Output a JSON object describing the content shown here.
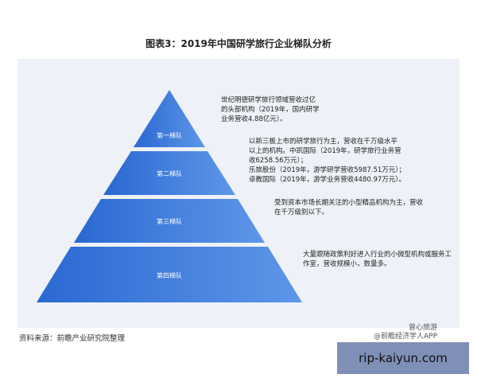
{
  "title": "图表3：2019年中国研学旅行企业梯队分析",
  "tiers": [
    {
      "label": "第一梯队",
      "lines": [
        "世纪明德研学旅行领域营收过亿",
        "的头部机构（2019年，国内研学",
        "业务营收4.88亿元）。"
      ]
    },
    {
      "label": "第二梯队",
      "lines": [
        "以新三板上市的研学旅行为主，营收在千万级水平",
        "以上的机构。中凯国际（2019年，研学旅行业务营",
        "收6258.56万元）；",
        "乐旅股份（2019年，游学研学营收5987.51万元）；",
        "卓教国际（2019年，游学业务营收4480.97万元）。"
      ]
    },
    {
      "label": "第三梯队",
      "lines": [
        "受到资本市场长期关注的小型精品机构为主，营收",
        "在千万级别以下。"
      ]
    },
    {
      "label": "第四梯队",
      "lines": [
        "大量跟随政策利好进入行业的小微型机构或服务工",
        "作室，营收规模小，数量多。"
      ]
    }
  ],
  "source": "资料来源：前瞻产业研究院整理",
  "credit": [
    "曾心旅游",
    "@前瞻经济学人APP"
  ],
  "watermark": "rip-kaiyun.com",
  "colors": {
    "tier_fill": "#3b78dc",
    "panel": "#eef1f7"
  }
}
